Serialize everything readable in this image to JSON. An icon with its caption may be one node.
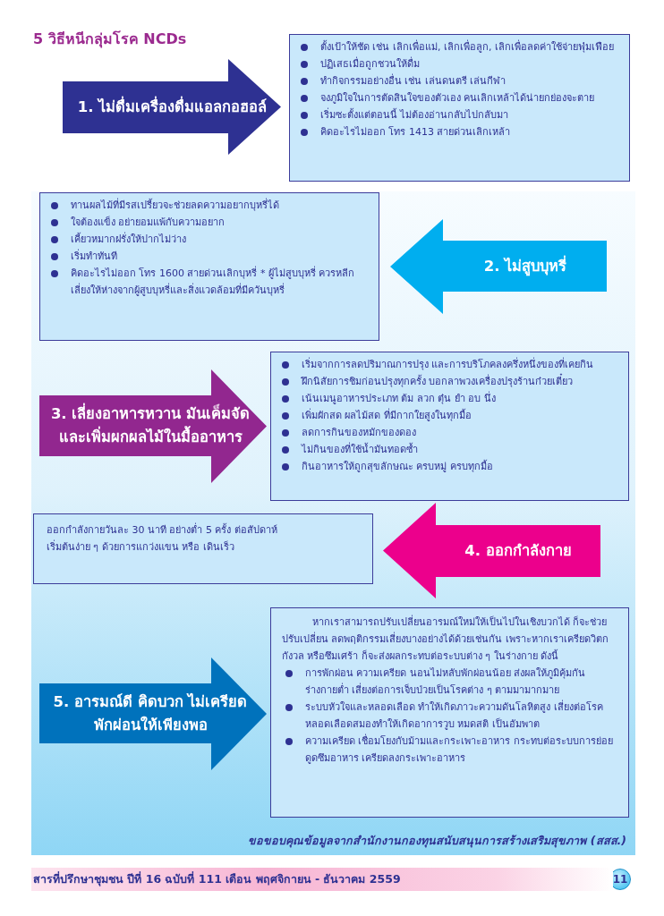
{
  "diagram": {
    "title": "5 วิธีหนีกลุ่มโรค NCDs",
    "nodes": [
      {
        "text": [
          "1. ไม่ดื่มเครื่องดื่มแอลกอฮอล์"
        ]
      },
      {
        "text": [
          "ตั้งเป้าให้ชัด เช่น เลิกเพื่อแม่, เลิกเพื่อลูก, เลิกเพื่อลดค่าใช้จ่ายฟุ่มเฟือย",
          "ปฏิเสธเมื่อถูกชวนให้ดื่ม",
          "ทำกิจกรรมอย่างอื่น เช่น เล่นดนตรี เล่นกีฬา",
          "จงภูมิใจในการตัดสินใจของตัวเอง คนเลิกเหล้าได้น่ายกย่องจะตาย",
          "เริ่มซะตั้งแต่ตอนนี้ ไม่ต้องอ่านกลับไปกลับมา",
          "คิดอะไรไม่ออก โทร 1413 สายด่วนเลิกเหล้า"
        ]
      },
      {
        "text": [
          "ทานผลไม้ที่มีรสเปรี้ยวจะช่วยลดความอยากบุหรี่ได้",
          "ใจต้องแข็ง อย่ายอมแพ้กับความอยาก",
          "เคี้ยวหมากฝรั่งให้ปากไม่ว่าง",
          "เริ่มทำทันที",
          "คิดอะไรไม่ออก โทร 1600 สายด่วนเลิกบุหรี่ * ผู้ไม่สูบบุหรี่ ควรหลีกเลี่ยงให้ห่างจากผู้สูบบุหรี่และสิ่งแวดล้อมที่มีควันบุหรี่"
        ]
      },
      {
        "text": [
          "2. ไม่สูบบุหรี่"
        ]
      },
      {
        "text": [
          "3. เลี่ยงอาหารหวาน มันเค็มจัด และเพิ่มผกผลไม้ในมื้ออาหาร"
        ]
      },
      {
        "text": [
          "เริ่มจากการลดปริมาณการปรุง และการบริโภคลงครึ่งหนึ่งของที่เคยกิน",
          "ฝึกนิสัยการชิมก่อนปรุงทุกครั้ง บอกลาพวงเครื่องปรุงร้านก๋วยเตี๋ยว",
          "เน้นเมนูอาหารประเภท ต้ม ลวก ตุ๋น ยำ อบ นึ่ง",
          "เพิ่มผักสด ผลไม้สด ที่มีกากใยสูงในทุกมื้อ",
          "ลดการกินของหมักของดอง",
          "ไม่กินของที่ใช้น้ำมันทอดซ้ำ",
          "กินอาหารให้ถูกสุขลักษณะ ครบหมู่ ครบทุกมื้อ"
        ]
      },
      {
        "text": [
          "ออกกำลังกายวันละ 30 นาที อย่างต่ำ 5 ครั้ง ต่อสัปดาห์ เริ่มต้นง่าย ๆ ด้วยการแกว่งแขน หรือ เดินเร็ว"
        ]
      },
      {
        "text": [
          "4. ออกกำลังกาย"
        ]
      },
      {
        "text": [
          "5. อารมณ์ดี คิดบวก ไม่เครียด พักผ่อนให้เพียงพอ"
        ]
      },
      {
        "text": [
          "หากเราสามารถปรับเปลี่ยนอารมณ์ใหม่ให้เป็นไปในเชิงบวกได้ ก็จะช่วยปรับเปลี่ยน ลดพฤติกรรมเสี่ยงบางอย่างได้ด้วยเช่นกัน เพราะหากเราเครียดวิตกกังวล หรือซึมเศร้า ก็จะส่งผลกระทบต่อระบบต่าง ๆ ในร่างกาย ดังนี้",
          "การพักผ่อน ความเครียด นอนไม่หลับพักผ่อนน้อย ส่งผลให้ภูมิคุ้มกันร่างกายต่ำ เสี่ยงต่อการเจ็บป่วยเป็นโรคต่าง ๆ ตามมามากมาย",
          "ระบบหัวใจและหลอดเลือด ทำให้เกิดภาวะความดันโลหิตสูง เสี่ยงต่อโรคหลอดเลือดสมองทำให้เกิดอาการวูบ หมดสติ เป็นอัมพาต",
          "ความเครียด เชื่อมโยงกับม้ามและกระเพาะอาหาร กระทบต่อระบบการย่อย ดูดซึมอาหาร เครียดลงกระเพาะอาหาร"
        ]
      },
      {
        "text": [
          "11"
        ]
      }
    ],
    "labels": [
      "ขอขอบคุณข้อมูลจากสำนักงานกองทุนสนับสนุนการสร้างเสริมสุขภาพ (สสส.)",
      "สารที่ปรึกษาชุมชน ปีที่ 16 ฉบับที่ 111 เดือน พฤศจิกายน - ธันวาคม 2559"
    ]
  }
}
